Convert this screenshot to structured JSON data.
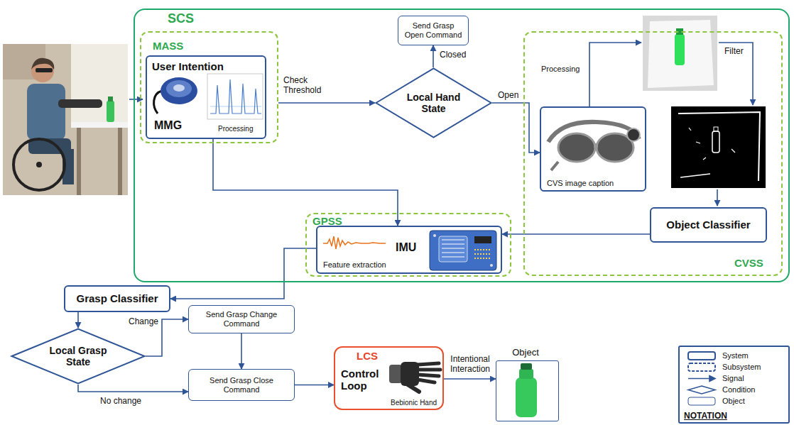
{
  "diagram": {
    "nodes": [
      {
        "text": [
          "SCS"
        ]
      },
      {
        "text": [
          "MASS"
        ],
        "in": 0
      },
      {
        "text": [
          "User Intention",
          "MMG",
          "Processing"
        ],
        "in": 1
      },
      {
        "text": [
          "Send Grasp Open Command"
        ],
        "in": 0
      },
      {
        "text": [
          "Local Hand State"
        ],
        "in": 0
      },
      {
        "text": [
          "CVSS"
        ],
        "in": 0
      },
      {
        "text": [
          "CVS image caption"
        ],
        "in": 5
      },
      {
        "text": [
          "Object Classifier"
        ],
        "in": 5
      },
      {
        "text": [
          "GPSS"
        ],
        "in": 0
      },
      {
        "text": [
          "Feature extraction",
          "IMU"
        ],
        "in": 8
      },
      {
        "text": [
          "Grasp Classifier"
        ]
      },
      {
        "text": [
          "Local Grasp State"
        ]
      },
      {
        "text": [
          "Send Grasp Change Command"
        ]
      },
      {
        "text": [
          "Send Grasp Close Command"
        ]
      },
      {
        "text": [
          "LCS",
          "Control Loop",
          "Bebionic Hand"
        ]
      },
      {
        "text": [
          "Object"
        ]
      }
    ],
    "edges": [
      {
        "from": 1,
        "to": 4,
        "arrow": "to",
        "label": "Check Threshold"
      },
      {
        "from": 4,
        "to": 3,
        "arrow": "to",
        "label": "Closed"
      },
      {
        "from": 4,
        "to": 6,
        "arrow": "to",
        "label": "Open"
      },
      {
        "from": 2,
        "to": 9,
        "arrow": "to"
      },
      {
        "from": 7,
        "to": 9,
        "arrow": "to"
      },
      {
        "from": 9,
        "to": 10,
        "arrow": "to"
      },
      {
        "from": 10,
        "to": 11,
        "arrow": "to"
      },
      {
        "from": 11,
        "to": 12,
        "arrow": "to",
        "label": "Change"
      },
      {
        "from": 11,
        "to": 13,
        "arrow": "to",
        "label": "No change"
      },
      {
        "from": 12,
        "to": 13,
        "arrow": "to"
      },
      {
        "from": 13,
        "to": 14,
        "arrow": "to"
      },
      {
        "from": 14,
        "to": 15,
        "arrow": "to",
        "label": "Intentional Interaction"
      }
    ],
    "labels": [
      "Processing",
      "Filter",
      "NOTATION"
    ],
    "legend": [
      {
        "text": "System"
      },
      {
        "text": "Subsystem"
      },
      {
        "text": "Signal"
      },
      {
        "text": "Condition"
      },
      {
        "text": "Object"
      }
    ]
  }
}
